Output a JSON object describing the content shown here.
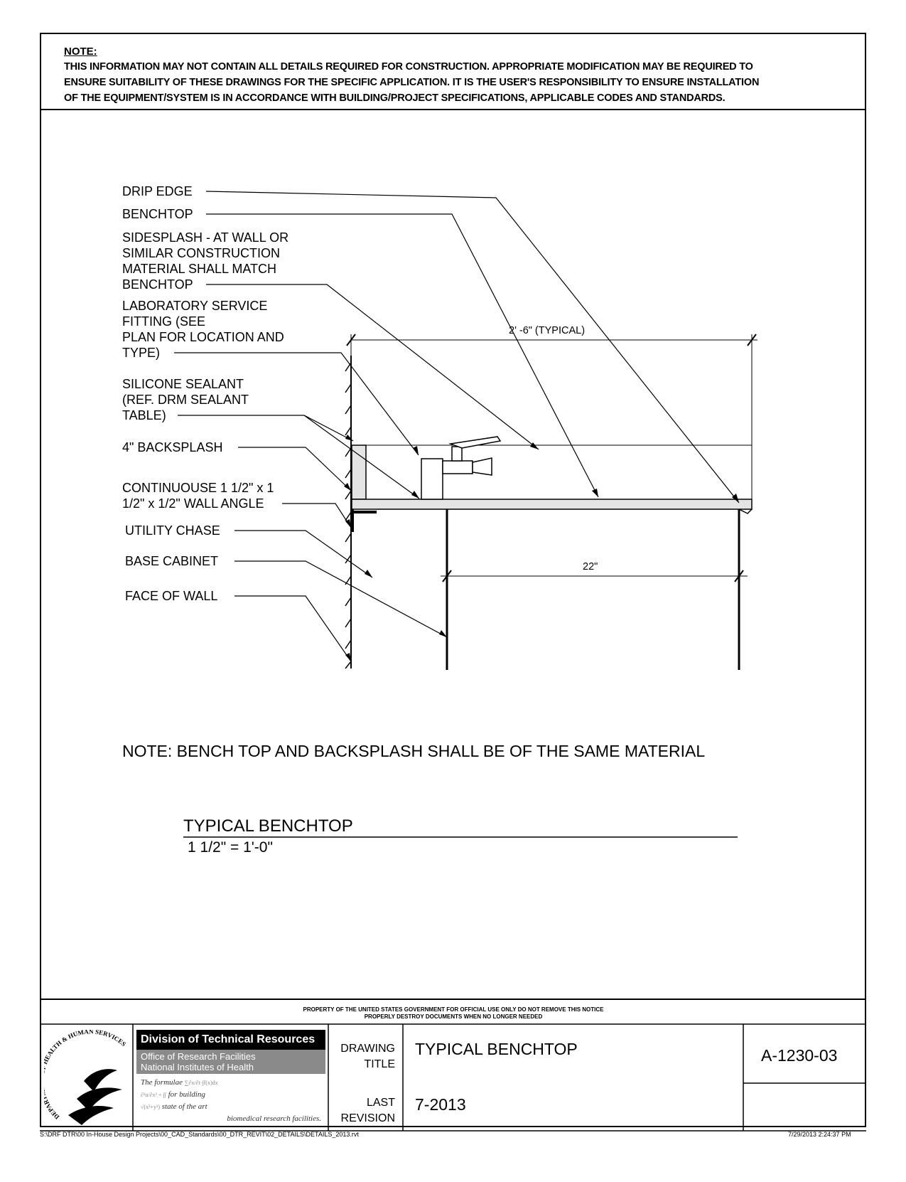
{
  "note": {
    "heading": "NOTE:",
    "lines": [
      "THIS INFORMATION MAY NOT CONTAIN ALL DETAILS REQUIRED FOR CONSTRUCTION.  APPROPRIATE MODIFICATION MAY BE REQUIRED TO",
      "ENSURE SUITABILITY OF THESE DRAWINGS FOR THE SPECIFIC APPLICATION.  IT IS THE USER'S RESPONSIBILITY TO ENSURE INSTALLATION",
      "OF THE EQUIPMENT/SYSTEM IS IN ACCORDANCE WITH BUILDING/PROJECT SPECIFICATIONS, APPLICABLE CODES AND STANDARDS."
    ]
  },
  "labels": {
    "drip_edge": "DRIP EDGE",
    "benchtop": "BENCHTOP",
    "sidesplash": [
      "SIDESPLASH - AT WALL OR",
      "SIMILAR CONSTRUCTION",
      "MATERIAL SHALL MATCH",
      "BENCHTOP"
    ],
    "service_fitting": [
      "LABORATORY SERVICE",
      "FITTING (SEE",
      "PLAN FOR LOCATION AND",
      "TYPE)"
    ],
    "sealant": [
      "SILICONE SEALANT",
      "(REF. DRM SEALANT",
      "TABLE)"
    ],
    "backsplash": "4\" BACKSPLASH",
    "wall_angle": [
      "CONTINUOUSE 1 1/2\" x 1",
      "1/2\"  x 1/2\" WALL ANGLE"
    ],
    "utility_chase": "UTILITY CHASE",
    "base_cabinet": "BASE CABINET",
    "face_of_wall": "FACE OF WALL"
  },
  "dimensions": {
    "top": "2' -6\" (TYPICAL)",
    "cabinet": "22\""
  },
  "material_note": "NOTE:  BENCH TOP AND BACKSPLASH SHALL BE OF THE SAME MATERIAL",
  "detail_title": "TYPICAL BENCHTOP",
  "detail_scale": "1 1/2\" = 1'-0\"",
  "property_notice": [
    "PROPERTY OF THE UNITED STATES GOVERNMENT FOR OFFICIAL USE ONLY DO NOT REMOVE THIS NOTICE",
    "PROPERLY DESTROY DOCUMENTS WHEN NO LONGER NEEDED"
  ],
  "title_block": {
    "seal_text": "DEPARTMENT OF HEALTH & HUMAN SERVICES - USA",
    "org_name": "Division of Technical Resources",
    "org_sub": [
      "Office of Research Facilities",
      "National Institutes of Health"
    ],
    "tagline": [
      "The formulae",
      "for building",
      "state of the art",
      "biomedical research facilities."
    ],
    "drawing_title_label": [
      "DRAWING",
      "TITLE"
    ],
    "drawing_title": "TYPICAL BENCHTOP",
    "last_revision_label": [
      "LAST",
      "REVISION"
    ],
    "last_revision": "7-2013",
    "drawing_number": "A-1230-03"
  },
  "footer": {
    "path": "S:\\DRF DTR\\00 In-House Design Projects\\00_CAD_Standards\\00_DTR_REVIT\\02_DETAILS\\DETAILS_2013.rvt",
    "timestamp": "7/29/2013 2:24:37 PM"
  }
}
